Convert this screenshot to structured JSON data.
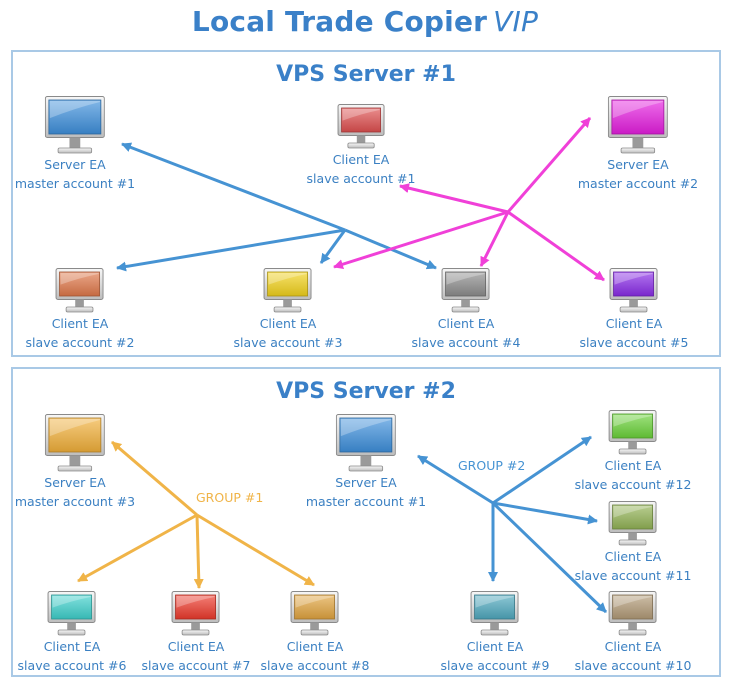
{
  "title": {
    "main": "Local Trade Copier",
    "suffix": "VIP"
  },
  "panels": [
    {
      "name": "VPS Server #1"
    },
    {
      "name": "VPS Server #2"
    }
  ],
  "nodes": {
    "s1_server1": {
      "l1": "Server EA",
      "l2": "master account #1",
      "color": "#3f90dc"
    },
    "s1_client1": {
      "l1": "Client EA",
      "l2": "slave account #1",
      "color": "#df4f4f"
    },
    "s1_server2": {
      "l1": "Server EA",
      "l2": "master account #2",
      "color": "#e61fe0"
    },
    "s1_client2": {
      "l1": "Client EA",
      "l2": "slave account #2",
      "color": "#e0784a"
    },
    "s1_client3": {
      "l1": "Client EA",
      "l2": "slave account #3",
      "color": "#f2d21c"
    },
    "s1_client4": {
      "l1": "Client EA",
      "l2": "slave account #4",
      "color": "#8d8d8d"
    },
    "s1_client5": {
      "l1": "Client EA",
      "l2": "slave account #5",
      "color": "#8a2ce8"
    },
    "s2_server3": {
      "l1": "Server EA",
      "l2": "master account #3",
      "color": "#f2b03a"
    },
    "s2_server1": {
      "l1": "Server EA",
      "l2": "master account #1",
      "color": "#3f90dc"
    },
    "s2_client12": {
      "l1": "Client EA",
      "l2": "slave account #12",
      "color": "#6bd33a"
    },
    "s2_client11": {
      "l1": "Client EA",
      "l2": "slave account #11",
      "color": "#93b456"
    },
    "s2_client6": {
      "l1": "Client EA",
      "l2": "slave account #6",
      "color": "#3fd1cc"
    },
    "s2_client7": {
      "l1": "Client EA",
      "l2": "slave account #7",
      "color": "#ee3a2c"
    },
    "s2_client8": {
      "l1": "Client EA",
      "l2": "slave account #8",
      "color": "#e2a540"
    },
    "s2_client9": {
      "l1": "Client EA",
      "l2": "slave account #9",
      "color": "#4fa9bf"
    },
    "s2_client10": {
      "l1": "Client EA",
      "l2": "slave account #10",
      "color": "#b29b77"
    }
  },
  "groups": {
    "g1": {
      "label": "GROUP #1",
      "color": "#f0b448"
    },
    "g2": {
      "label": "GROUP #2",
      "color": "#4693d3"
    }
  },
  "colors": {
    "blue_link": "#4693d3",
    "magenta_link": "#f040d8",
    "orange_link": "#f0b448",
    "label": "#3b80c2"
  }
}
